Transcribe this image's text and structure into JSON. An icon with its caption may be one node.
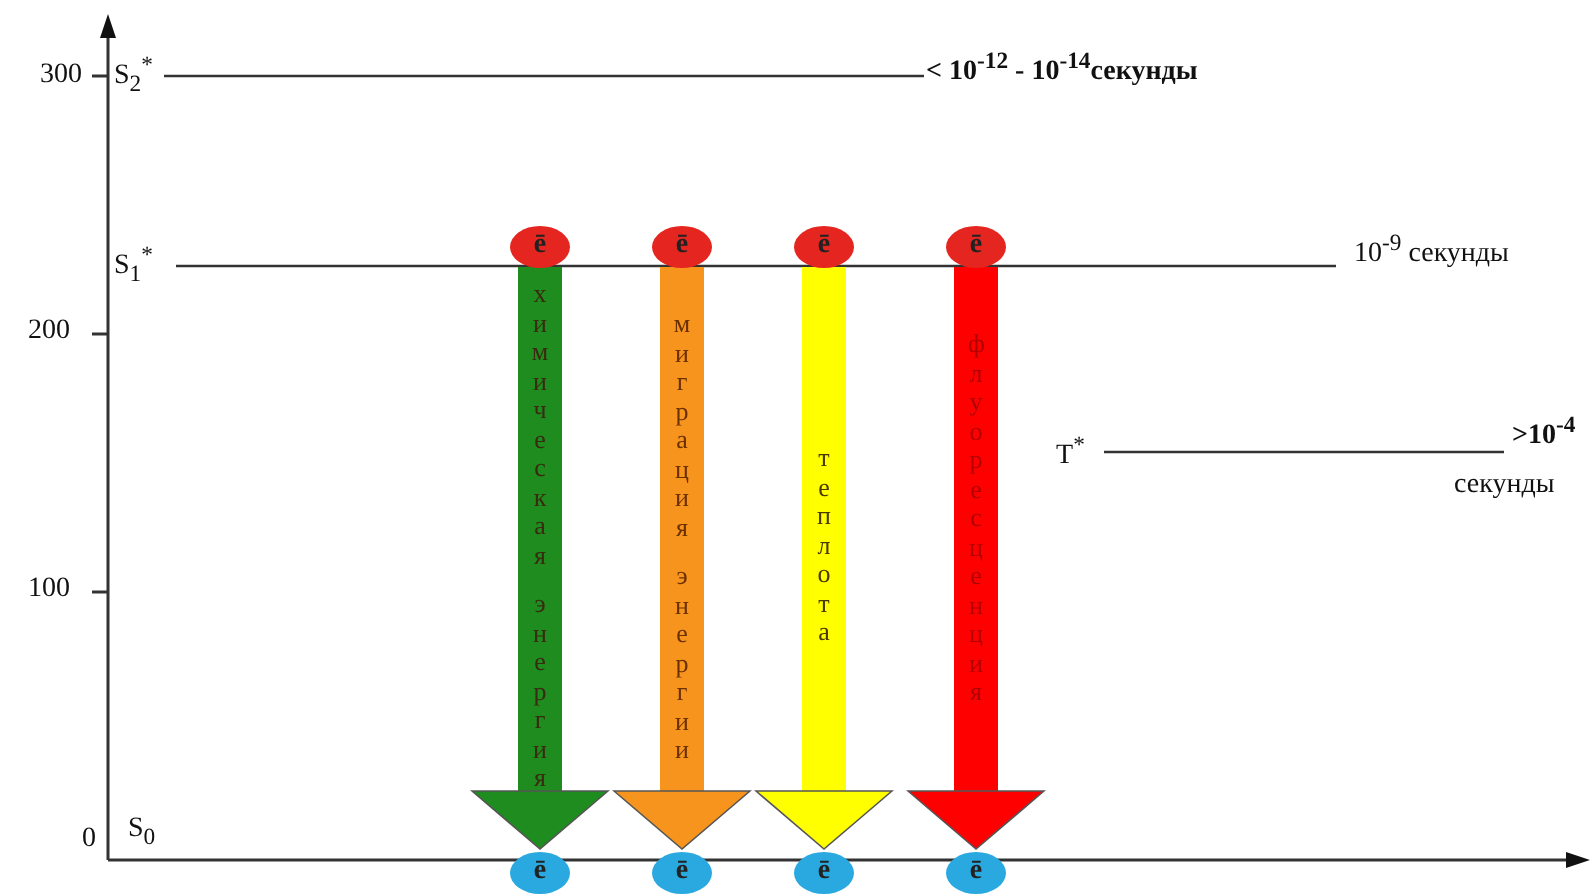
{
  "diagram": {
    "nodes": [
      {
        "text": [
          "ē"
        ]
      },
      {
        "text": [
          "ē"
        ]
      },
      {
        "text": [
          "ē"
        ]
      },
      {
        "text": [
          "ē"
        ]
      },
      {
        "text": [
          "ē"
        ]
      },
      {
        "text": [
          "ē"
        ]
      },
      {
        "text": [
          "ē"
        ]
      },
      {
        "text": [
          "ē"
        ]
      }
    ],
    "edges": [
      {
        "from": 0,
        "to": 4,
        "arrow": "to",
        "label": "химическая энергия",
        "color": "#1e8c1e"
      },
      {
        "from": 1,
        "to": 5,
        "arrow": "to",
        "label": "миграция энергии",
        "color": "#f7941d"
      },
      {
        "from": 2,
        "to": 6,
        "arrow": "to",
        "label": "теплота",
        "color": "#ffff00"
      },
      {
        "from": 3,
        "to": 7,
        "arrow": "to",
        "label": "флуоресценция",
        "color": "#ff0000"
      }
    ],
    "labels": [
      "300",
      "S$_{2}$$^{*}$",
      "< 10$^{-12}$ - 10$^{-14}$секунды",
      "S$_{1}$$^{*}$",
      "10$^{-9}$  секунды",
      "200",
      "T$^{*}$",
      ">10$^{-4}$",
      "секунды",
      "100",
      "0",
      "S$_{0}$"
    ]
  }
}
